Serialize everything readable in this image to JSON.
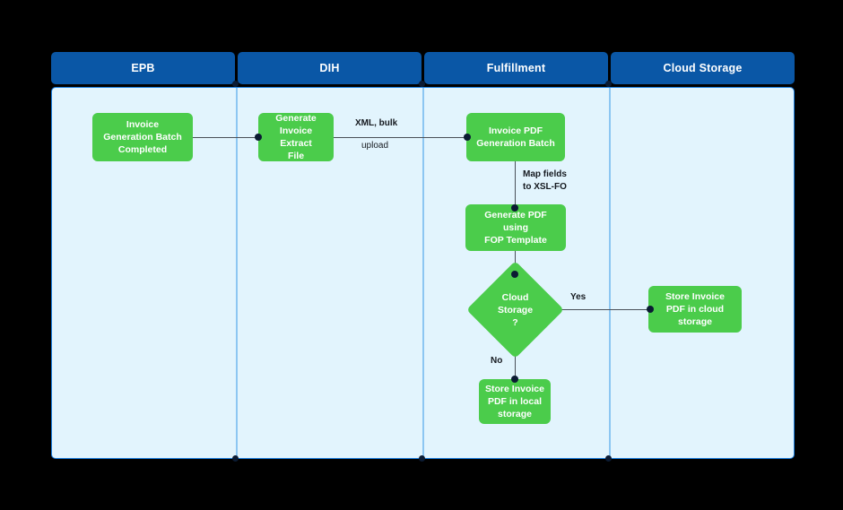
{
  "diagram": {
    "title": "Invoice PDF Generation Swimlane Flowchart",
    "type": "swimlane-flowchart",
    "colors": {
      "lane_header_blue": "#0A57A6",
      "lane_body_blue": "#E2F4FD",
      "lane_divider_blue": "#8CC6F2",
      "pool_border_blue": "#1B7FE0",
      "node_green": "#4BCC4B",
      "node_text": "#FFFFFF",
      "connector_line": "#4A5058",
      "connector_dot": "#0B1B33",
      "page_background": "#000000",
      "label_text": "#15191F"
    }
  },
  "lanes": [
    {
      "id": "epb",
      "label": "EPB"
    },
    {
      "id": "dih",
      "label": "DIH"
    },
    {
      "id": "fulfillment",
      "label": "Fulfillment"
    },
    {
      "id": "cloud_storage",
      "label": "Cloud Storage"
    }
  ],
  "nodes": [
    {
      "id": "n1",
      "lane": "epb",
      "shape": "process",
      "label": "Invoice\nGeneration Batch\nCompleted"
    },
    {
      "id": "n2",
      "lane": "dih",
      "shape": "process",
      "label": "Generate\nInvoice Extract\nFile"
    },
    {
      "id": "n3",
      "lane": "fulfillment",
      "shape": "process",
      "label": "Invoice PDF\nGeneration Batch"
    },
    {
      "id": "n4",
      "lane": "fulfillment",
      "shape": "process",
      "label": "Generate PDF using\nFOP Template"
    },
    {
      "id": "n5",
      "lane": "fulfillment",
      "shape": "decision",
      "label": "Cloud\nStorage\n?"
    },
    {
      "id": "n6",
      "lane": "cloud_storage",
      "shape": "process",
      "label": "Store Invoice\nPDF in cloud\nstorage"
    },
    {
      "id": "n7",
      "lane": "fulfillment",
      "shape": "process",
      "label": "Store Invoice\nPDF in local\nstorage"
    }
  ],
  "edges": [
    {
      "id": "e1",
      "from": "n1",
      "to": "n2",
      "label": ""
    },
    {
      "id": "e2",
      "from": "n2",
      "to": "n3",
      "label_line1": "XML, bulk",
      "label_line2": "upload"
    },
    {
      "id": "e3",
      "from": "n3",
      "to": "n4",
      "label_line1": "Map fields",
      "label_line2": "to XSL-FO"
    },
    {
      "id": "e4",
      "from": "n4",
      "to": "n5",
      "label": ""
    },
    {
      "id": "e5",
      "from": "n5",
      "to": "n6",
      "label": "Yes"
    },
    {
      "id": "e6",
      "from": "n5",
      "to": "n7",
      "label": "No"
    }
  ],
  "node_text": {
    "n1_l1": "Invoice",
    "n1_l2": "Generation Batch",
    "n1_l3": "Completed",
    "n2_l1": "Generate",
    "n2_l2": "Invoice Extract",
    "n2_l3": "File",
    "n3_l1": "Invoice PDF",
    "n3_l2": "Generation Batch",
    "n4_l1": "Generate PDF using",
    "n4_l2": "FOP Template",
    "n5_l1": "Cloud",
    "n5_l2": "Storage",
    "n5_l3": "?",
    "n6_l1": "Store Invoice",
    "n6_l2": "PDF in cloud",
    "n6_l3": "storage",
    "n7_l1": "Store Invoice",
    "n7_l2": "PDF in local",
    "n7_l3": "storage"
  },
  "edge_labels": {
    "xml_bulk": "XML, bulk",
    "upload": "upload",
    "map_fields": "Map fields",
    "to_xslfo": "to XSL-FO",
    "yes": "Yes",
    "no": "No"
  }
}
